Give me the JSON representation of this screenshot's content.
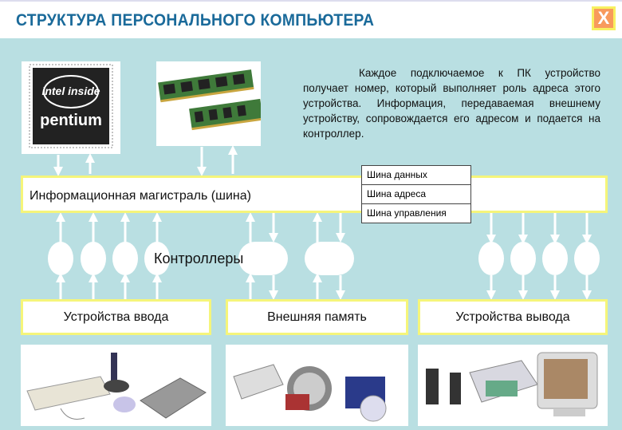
{
  "header": {
    "title": "СТРУКТУРА  ПЕРСОНАЛЬНОГО  КОМПЬЮТЕРА",
    "close_label": "X"
  },
  "description": "Каждое подключаемое к ПК устройство получает номер, который выполняет роль адреса этого устройства. Информация, передаваемая внешнему устройству, сопровождается его адресом и подается на контроллер.",
  "bus": {
    "label": "Информационная  магистраль (шина)",
    "types": [
      "Шина  данных",
      "Шина  адреса",
      "Шина  управления"
    ]
  },
  "controllers_label": "Контроллеры",
  "devices": {
    "input": "Устройства  ввода",
    "memory": "Внешняя  память",
    "output": "Устройства  вывода"
  },
  "cpu_logo": {
    "line1": "intel inside",
    "line2": "pentium"
  }
}
